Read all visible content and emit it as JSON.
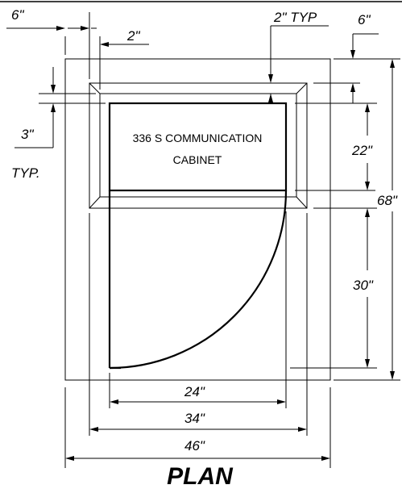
{
  "dimensions": {
    "top_left_6": "6\"",
    "top_2": "2\"",
    "top_right_2_typ": "2\"  TYP",
    "top_right_6": "6\"",
    "left_3": "3\"",
    "left_typ": "TYP.",
    "right_22": "22\"",
    "right_68": "68\"",
    "right_30": "30\"",
    "bottom_24": "24\"",
    "bottom_34": "34\"",
    "bottom_46": "46\""
  },
  "cabinet_label": {
    "line1": "336 S COMMUNICATION",
    "line2": "CABINET"
  },
  "title": "PLAN"
}
